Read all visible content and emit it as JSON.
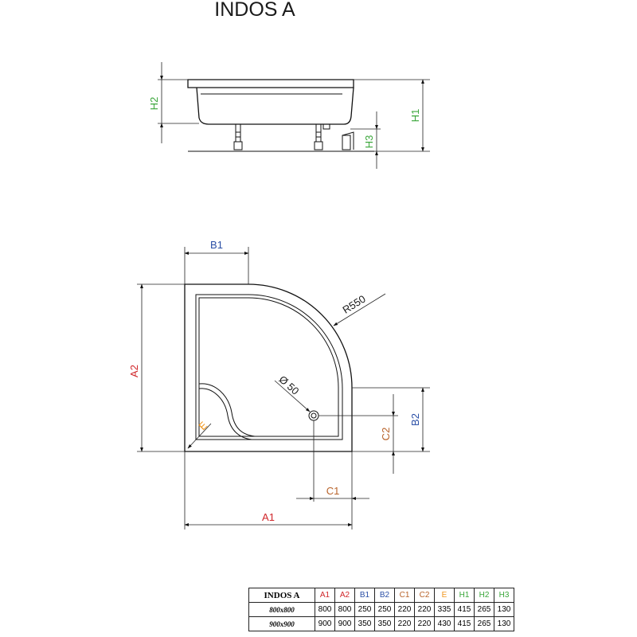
{
  "title": "INDOS A",
  "labels": {
    "A1": "A1",
    "A2": "A2",
    "B1": "B1",
    "B2": "B2",
    "C1": "C1",
    "C2": "C2",
    "E": "E",
    "H1": "H1",
    "H2": "H2",
    "H3": "H3",
    "radius": "R550",
    "drain": "Ø 50"
  },
  "colors": {
    "A": "#d0262a",
    "B": "#2b4fa6",
    "C": "#b8632a",
    "E": "#f0961e",
    "H": "#3aa63a",
    "text": "#1a1a1a"
  },
  "table": {
    "model": "INDOS A",
    "columns": [
      "A1",
      "A2",
      "B1",
      "B2",
      "C1",
      "C2",
      "E",
      "H1",
      "H2",
      "H3"
    ],
    "column_colors": [
      "#d0262a",
      "#d0262a",
      "#2b4fa6",
      "#2b4fa6",
      "#b8632a",
      "#b8632a",
      "#f0961e",
      "#3aa63a",
      "#3aa63a",
      "#3aa63a"
    ],
    "rows": [
      {
        "size": "800x800",
        "values": [
          "800",
          "800",
          "250",
          "250",
          "220",
          "220",
          "335",
          "415",
          "265",
          "130"
        ]
      },
      {
        "size": "900x900",
        "values": [
          "900",
          "900",
          "350",
          "350",
          "220",
          "220",
          "430",
          "415",
          "265",
          "130"
        ]
      }
    ]
  }
}
